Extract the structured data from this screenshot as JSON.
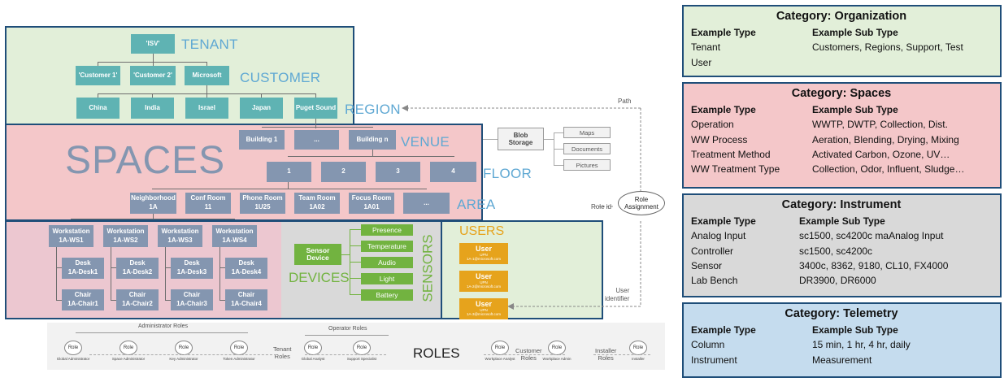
{
  "diagram": {
    "tenant": {
      "label": "TENANT",
      "root": "'ISV'",
      "customer_label": "CUSTOMER",
      "customers": [
        "'Customer 1'",
        "'Customer 2'",
        "Microsoft"
      ],
      "region_label": "REGION",
      "regions": [
        "China",
        "India",
        "Israel",
        "Japan",
        "Puget Sound"
      ]
    },
    "spaces": {
      "title": "SPACES",
      "venue_label": "VENUE",
      "venues": [
        "Building 1",
        "...",
        "Building n"
      ],
      "floor_label": "FLOOR",
      "floors": [
        "1",
        "2",
        "3",
        "4"
      ],
      "area_label": "AREA",
      "areas": [
        {
          "name": "Neighborhood",
          "id": "1A"
        },
        {
          "name": "Conf Room",
          "id": "11"
        },
        {
          "name": "Phone Room",
          "id": "1U25"
        },
        {
          "name": "Team Room",
          "id": "1A02"
        },
        {
          "name": "Focus Room",
          "id": "1A01"
        },
        {
          "name": "...",
          "id": ""
        }
      ],
      "workstations": [
        {
          "ws": "Workstation",
          "ws_id": "1A-WS1",
          "desk": "Desk",
          "desk_id": "1A-Desk1",
          "chair": "Chair",
          "chair_id": "1A-Chair1"
        },
        {
          "ws": "Workstation",
          "ws_id": "1A-WS2",
          "desk": "Desk",
          "desk_id": "1A-Desk2",
          "chair": "Chair",
          "chair_id": "1A-Chair2"
        },
        {
          "ws": "Workstation",
          "ws_id": "1A-WS3",
          "desk": "Desk",
          "desk_id": "1A-Desk3",
          "chair": "Chair",
          "chair_id": "1A-Chair3"
        },
        {
          "ws": "Workstation",
          "ws_id": "1A-WS4",
          "desk": "Desk",
          "desk_id": "1A-Desk4",
          "chair": "Chair",
          "chair_id": "1A-Chair4"
        }
      ]
    },
    "storage": {
      "blob": "Blob\nStorage",
      "items": [
        "Maps",
        "Documents",
        "Pictures"
      ]
    },
    "devices": {
      "label": "DEVICES",
      "sensor_device": "Sensor\nDevice",
      "sensors_label": "SENSORS",
      "sensors": [
        "Presence",
        "Temperature",
        "Audio",
        "Light",
        "Battery"
      ]
    },
    "users": {
      "label": "USERS",
      "items": [
        {
          "name": "User",
          "upn": "UPN",
          "email": "1A-1@microsoft.com"
        },
        {
          "name": "User",
          "upn": "UPN",
          "email": "1A-2@microsoft.com"
        },
        {
          "name": "User",
          "upn": "UPN",
          "email": "1A-3@microsoft.com"
        }
      ]
    },
    "connectors": {
      "path": "Path",
      "role_id": "Role id",
      "role_assignment": "Role\nAssignment",
      "user_identifier": "User\nidentifier"
    },
    "roles": {
      "label": "ROLES",
      "admin_header": "Administrator Roles",
      "operator_header": "Operator Roles",
      "tenant_roles": "Tenant\nRoles",
      "customer_roles": "Customer\nRoles",
      "installer_roles": "Installer\nRoles",
      "circle_text": "Role",
      "admin": [
        "Global Administrator",
        "Space Administrator",
        "Key Administrator",
        "Token Administrator"
      ],
      "operator": [
        "Global Analyst",
        "Support Specialist"
      ],
      "customer": [
        "Workplace Analyst",
        "Workplace Admin"
      ],
      "installer": [
        "Installer"
      ]
    }
  },
  "categories": [
    {
      "title": "Category: Organization",
      "color": "#e2efd9",
      "header": [
        "Example Type",
        "Example Sub Type"
      ],
      "rows": [
        [
          "Tenant",
          "Customers, Regions, Support, Test"
        ],
        [
          "User",
          ""
        ]
      ]
    },
    {
      "title": "Category: Spaces",
      "color": "#f4c7c9",
      "header": [
        "Example Type",
        "Example Sub Type"
      ],
      "rows": [
        [
          "Operation",
          "WWTP, DWTP, Collection, Dist."
        ],
        [
          "WW Process",
          "Aeration, Blending, Drying, Mixing"
        ],
        [
          "Treatment Method",
          "Activated Carbon, Ozone, UV…"
        ],
        [
          "WW Treatment Type",
          "Collection, Odor, Influent, Sludge…"
        ]
      ]
    },
    {
      "title": "Category: Instrument",
      "color": "#d9d9d9",
      "header": [
        "Example Type",
        "Example Sub Type"
      ],
      "rows": [
        [
          "Analog Input",
          "sc1500, sc4200c  maAnalog Input"
        ],
        [
          "Controller",
          "sc1500, sc4200c"
        ],
        [
          "Sensor",
          "3400c, 8362, 9180, CL10, FX4000"
        ],
        [
          "Lab Bench",
          "DR3900, DR6000"
        ]
      ]
    },
    {
      "title": "Category: Telemetry",
      "color": "#c5dcee",
      "header": [
        "Example Type",
        "Example Sub Type"
      ],
      "rows": [
        [
          "Column",
          "15 min, 1 hr, 4 hr, daily"
        ],
        [
          "Instrument",
          "Measurement"
        ]
      ]
    }
  ]
}
